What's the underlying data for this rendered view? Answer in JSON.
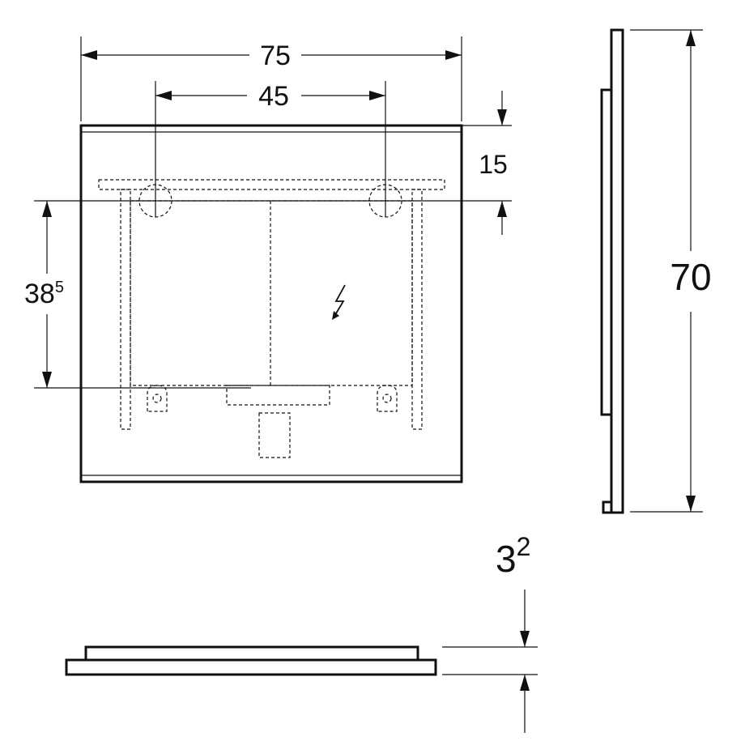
{
  "front_view": {
    "width_label": "75",
    "hole_spacing_label": "45",
    "top_offset_label": "15",
    "height_between_label_base": "38",
    "height_between_label_sup": "5"
  },
  "side_view": {
    "height_label": "70"
  },
  "bottom_view": {
    "depth_label_base": "3",
    "depth_label_sup": "2"
  },
  "icons": {
    "power": "lightning-bolt-icon"
  }
}
